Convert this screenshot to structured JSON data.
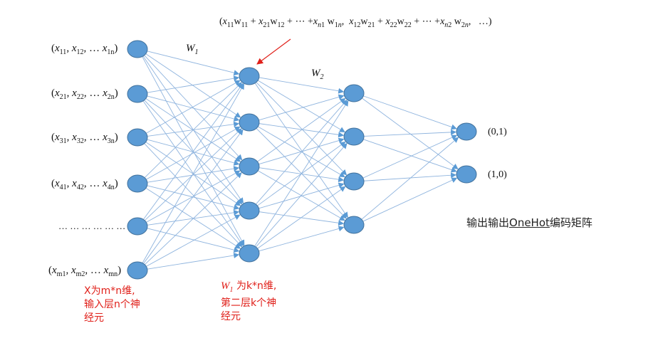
{
  "input_labels": [
    {
      "base": "(x",
      "terms": [
        [
          "11",
          ", x"
        ],
        [
          "12",
          ", … x"
        ],
        [
          "1n",
          ")"
        ]
      ]
    },
    {
      "base": "(x",
      "terms": [
        [
          "21",
          ", x"
        ],
        [
          "22",
          ", … x"
        ],
        [
          "2n",
          ")"
        ]
      ]
    },
    {
      "base": "(x",
      "terms": [
        [
          "31",
          ", x"
        ],
        [
          "32",
          ", … x"
        ],
        [
          "3n",
          ")"
        ]
      ]
    },
    {
      "base": "(x",
      "terms": [
        [
          "41",
          ", x"
        ],
        [
          "42",
          ", … x"
        ],
        [
          "4n",
          ")"
        ]
      ]
    },
    {
      "base": "… … … … … …",
      "terms": []
    },
    {
      "base": "(x",
      "terms": [
        [
          "m1",
          ", x"
        ],
        [
          "m2",
          ", … x"
        ],
        [
          "mn",
          ")"
        ]
      ]
    }
  ],
  "weight_labels": {
    "w1": {
      "base": "W",
      "sub": "1"
    },
    "w2": {
      "base": "W",
      "sub": "2"
    }
  },
  "formula": {
    "text": "(x11w11 + x21w12 + ⋯ +xn1 w1n,  x12w21 + x22w22 + ⋯ +xn2 w2n,   …)"
  },
  "output_labels": [
    "(0,1)",
    "(1,0)"
  ],
  "notes": {
    "input_note": [
      "X为m*n维,",
      "输入层n个神",
      "经元"
    ],
    "w1_note_suffix": "为k*n维,",
    "w1_note_lines": [
      "第二层k个神",
      "经元"
    ],
    "output_note_prefix": "输出输出",
    "output_note_onehot": "OneHot",
    "output_note_suffix": "编码矩阵"
  },
  "colors": {
    "node_fill": "#5b9bd5",
    "node_stroke": "#41719c",
    "edge": "#8fb4de",
    "arrow_red": "#e0201a"
  }
}
